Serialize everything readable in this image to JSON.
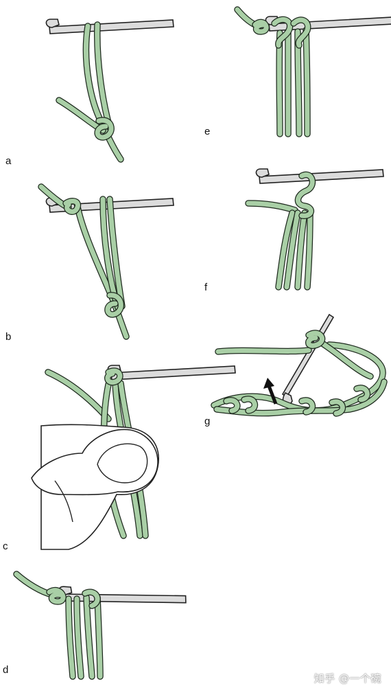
{
  "steps": [
    {
      "id": "a",
      "label": "a"
    },
    {
      "id": "b",
      "label": "b"
    },
    {
      "id": "c",
      "label": "c"
    },
    {
      "id": "d",
      "label": "d"
    },
    {
      "id": "e",
      "label": "e"
    },
    {
      "id": "f",
      "label": "f"
    },
    {
      "id": "g",
      "label": "g"
    }
  ],
  "watermark": "知乎 @一个碗",
  "colors": {
    "yarn": "#a9cfa6",
    "hook": "#dcdcdc",
    "outline": "#222222"
  }
}
